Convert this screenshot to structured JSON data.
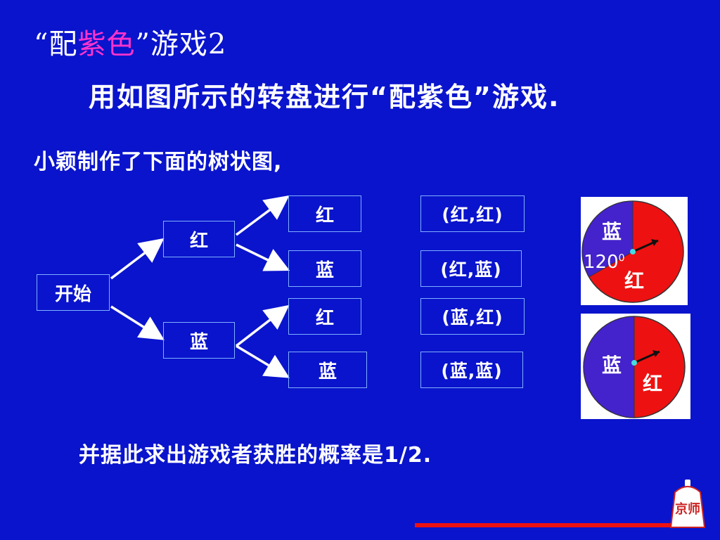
{
  "title": {
    "quote_open": "“",
    "part1": "配",
    "part2_accent": "紫色",
    "quote_close": "”",
    "part3": "游戏",
    "number": "2"
  },
  "paragraph": "用如图所示的转盘进行“配紫色”游戏.",
  "paragraph2": "小颖制作了下面的树状图,",
  "tree": {
    "start": "开始",
    "level1": [
      "红",
      "蓝"
    ],
    "level2": [
      "红",
      "蓝",
      "红",
      "蓝"
    ],
    "outcomes": [
      "(红,红)",
      "(红,蓝)",
      "(蓝,红)",
      "(蓝,蓝)"
    ]
  },
  "spinner1": {
    "red_label": "红",
    "blue_label": "蓝",
    "angle_base": "120",
    "angle_sup": "0",
    "blue_angle_deg": 120
  },
  "spinner2": {
    "red_label": "红",
    "blue_label": "蓝",
    "blue_angle_deg": 180
  },
  "conclusion": "并据此求出游戏者获胜的概率是1/2.",
  "logo": {
    "text": "京师"
  },
  "colors": {
    "background": "#0a14cc",
    "accent": "#ff33cc",
    "red": "#ee1111",
    "blue": "#4422cc"
  }
}
